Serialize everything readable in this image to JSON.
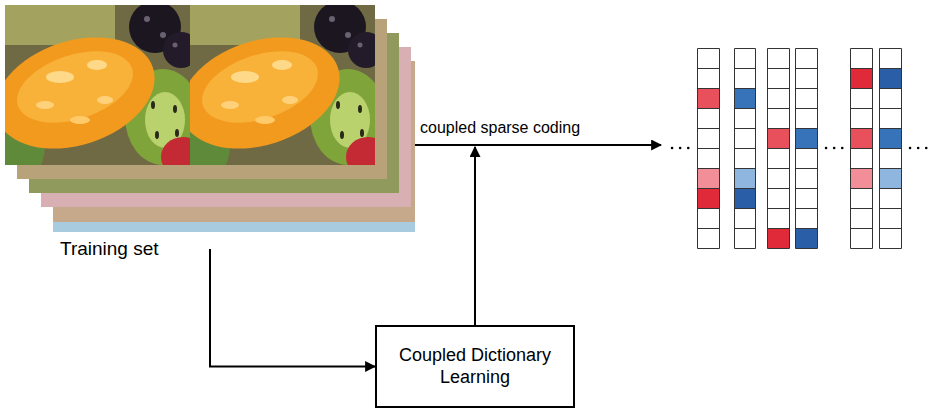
{
  "diagram": {
    "nodes": [
      {
        "text": [
          "Training set"
        ]
      },
      {
        "text": [
          "Coupled Dictionary Learning"
        ]
      }
    ],
    "edges": [
      {
        "from": 0,
        "to": 1,
        "arrow": "to"
      }
    ],
    "labels": [
      "coupled sparse coding"
    ]
  }
}
